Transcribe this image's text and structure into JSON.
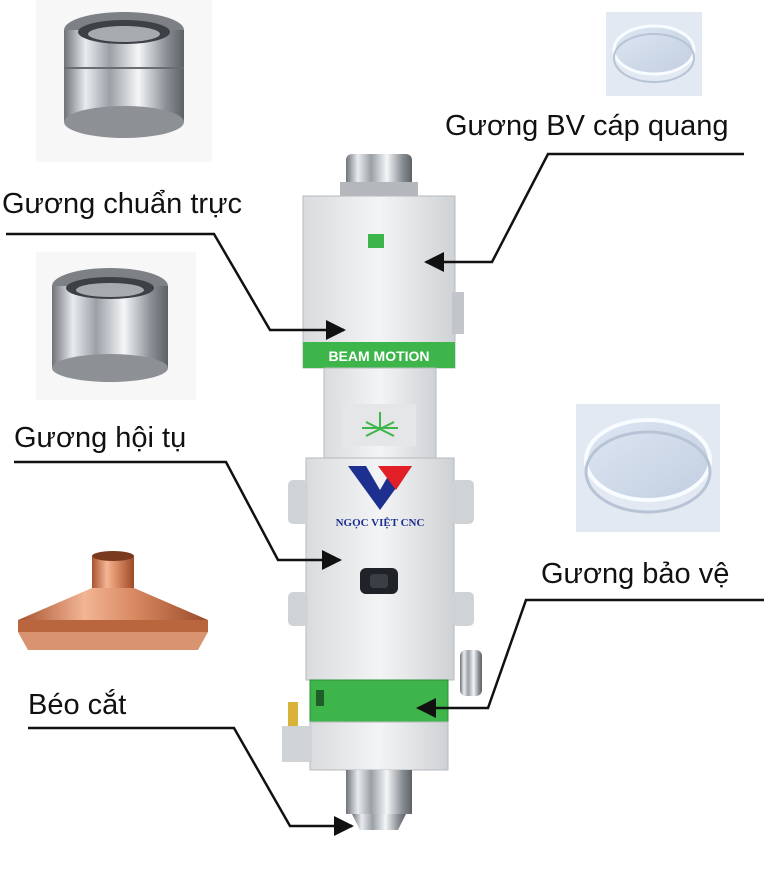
{
  "labels": {
    "fiber_mirror": "Gương BV cáp quang",
    "collimator": "Gương chuẩn trực",
    "focus_lens": "Gương hội tụ",
    "protective_window": "Gương bảo vệ",
    "nozzle": "Béo cắt"
  },
  "head": {
    "band_text": "BEAM MOTION",
    "logo_text": "NGỌC VIỆT CNC"
  },
  "colors": {
    "accent_green": "#3db54a",
    "brand_blue": "#1d2f8f",
    "brand_red": "#e21f26",
    "copper": "#d0805a"
  }
}
